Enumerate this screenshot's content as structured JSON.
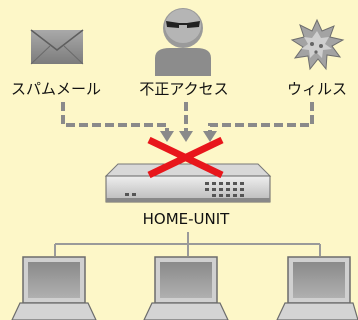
{
  "threats": {
    "spam_label": "スパムメール",
    "intrusion_label": "不正アクセス",
    "virus_label": "ウィルス"
  },
  "device": {
    "label": "HOME-UNIT"
  },
  "icons": {
    "spam": "envelope-icon",
    "intrusion": "hacker-icon",
    "virus": "virus-icon",
    "block": "blocked-x-icon",
    "router": "router-icon",
    "client": "laptop-icon"
  },
  "colors": {
    "background": "#fdf7c8",
    "block_x": "#e8161b",
    "icon_gray": "#8c8c8c",
    "line_gray": "#999999"
  }
}
